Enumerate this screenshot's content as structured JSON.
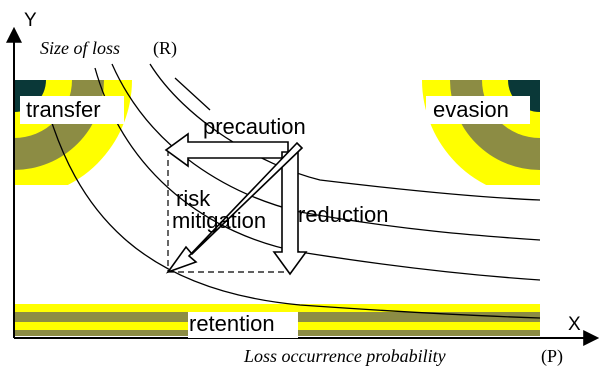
{
  "axes": {
    "y_letter": "Y",
    "x_letter": "X",
    "y_title": "Size of loss",
    "y_symbol": "(R)",
    "x_title": "Loss occurrence probability",
    "x_symbol": "(P)"
  },
  "regions": {
    "transfer": "transfer",
    "evasion": "evasion",
    "retention": "retention"
  },
  "arrows": {
    "precaution": "precaution",
    "reduction": "reduction",
    "risk_mitigation_line1": "risk",
    "risk_mitigation_line2": "mitigation"
  },
  "colors": {
    "yellow": "#ffff00",
    "olive": "#8c8c44",
    "teal_dark": "#0a3838",
    "black": "#000000"
  }
}
